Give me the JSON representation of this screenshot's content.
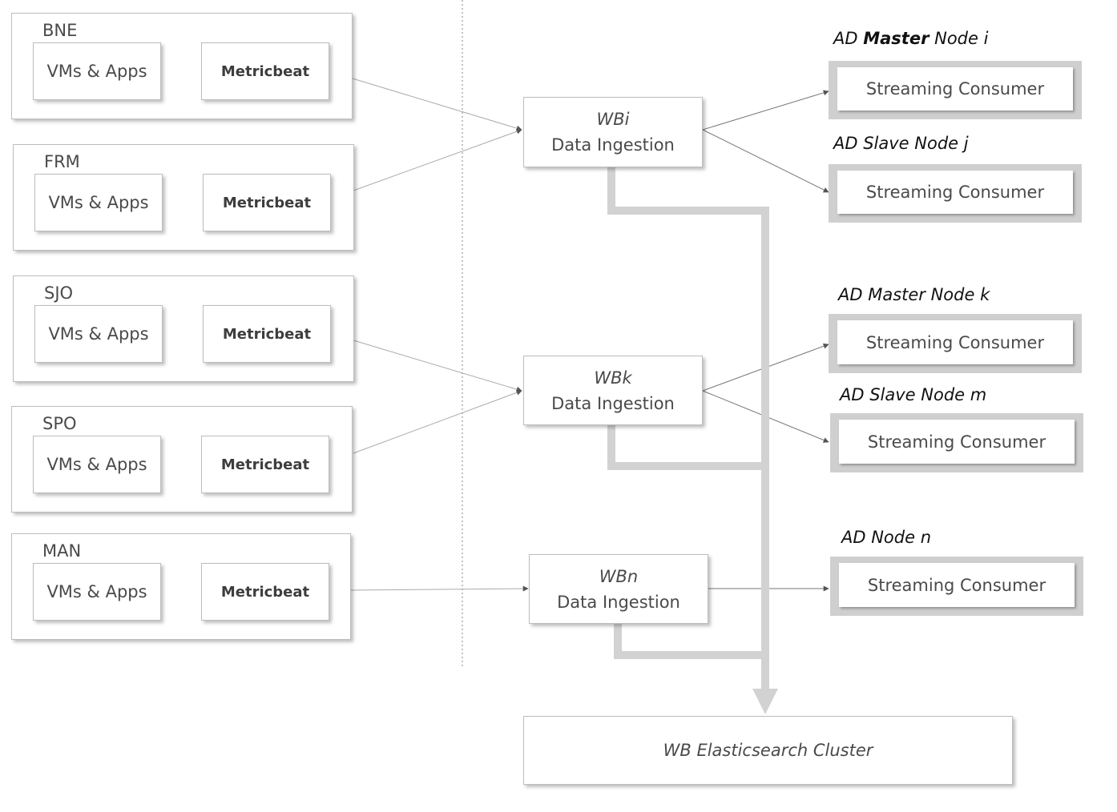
{
  "sites": [
    {
      "name": "BNE",
      "vm_label": "VMs & Apps",
      "beat_label": "Metricbeat"
    },
    {
      "name": "FRM",
      "vm_label": "VMs & Apps",
      "beat_label": "Metricbeat"
    },
    {
      "name": "SJO",
      "vm_label": "VMs & Apps",
      "beat_label": "Metricbeat"
    },
    {
      "name": "SPO",
      "vm_label": "VMs & Apps",
      "beat_label": "Metricbeat"
    },
    {
      "name": "MAN",
      "vm_label": "VMs & Apps",
      "beat_label": "Metricbeat"
    }
  ],
  "ingestion": [
    {
      "name": "WBi",
      "label": "Data Ingestion"
    },
    {
      "name": "WBk",
      "label": "Data Ingestion"
    },
    {
      "name": "WBn",
      "label": "Data Ingestion"
    }
  ],
  "ad_nodes": [
    {
      "prefix": "AD ",
      "bold": "Master",
      "suffix": " Node i",
      "consumer": "Streaming Consumer"
    },
    {
      "prefix": "AD Slave Node j",
      "bold": "",
      "suffix": "",
      "consumer": "Streaming Consumer"
    },
    {
      "prefix": "AD Master Node k",
      "bold": "",
      "suffix": "",
      "consumer": "Streaming Consumer"
    },
    {
      "prefix": "AD Slave Node m",
      "bold": "",
      "suffix": "",
      "consumer": "Streaming Consumer"
    },
    {
      "prefix": "AD Node n",
      "bold": "",
      "suffix": "",
      "consumer": "Streaming Consumer"
    }
  ],
  "cluster": {
    "label": "WB Elasticsearch Cluster"
  },
  "colors": {
    "thin_line": "#9a9a9a",
    "thick_line": "#d2d2d2",
    "box_border": "#bdbdbd"
  }
}
